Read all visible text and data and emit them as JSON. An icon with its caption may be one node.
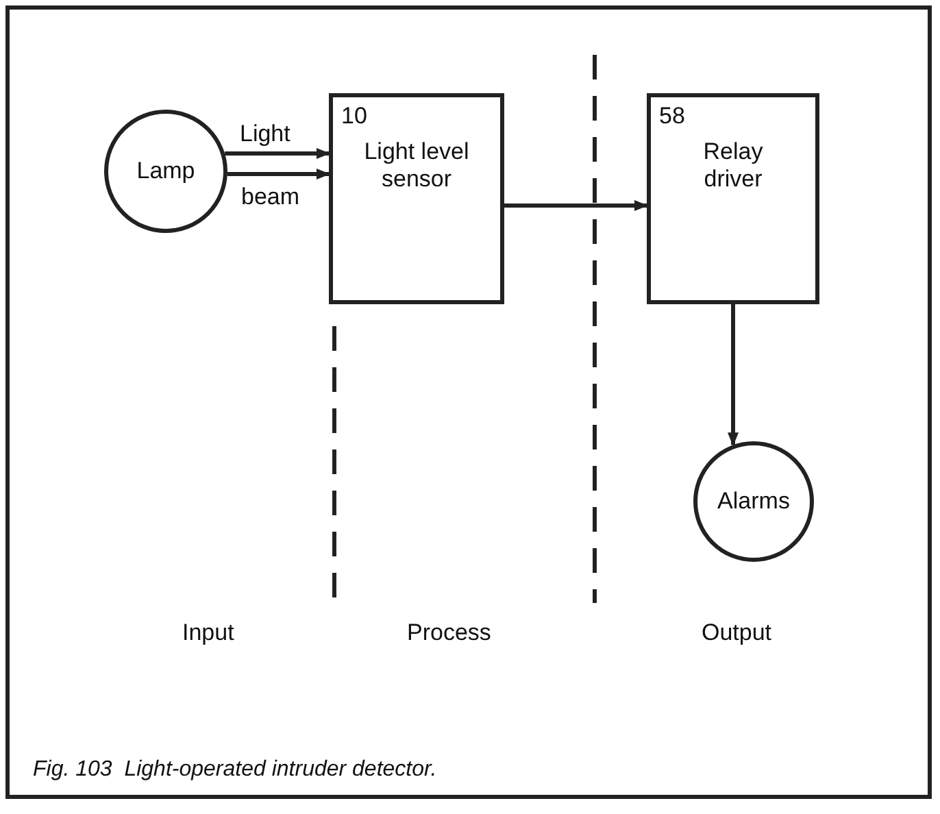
{
  "diagram": {
    "caption": "Fig. 103  Light-operated intruder detector.",
    "nodes": [
      {
        "text": [
          "Lamp"
        ]
      },
      {
        "text": [
          "10",
          "Light level sensor"
        ]
      },
      {
        "text": [
          "58",
          "Relay driver"
        ]
      },
      {
        "text": [
          "Alarms"
        ]
      }
    ],
    "edges": [
      {
        "from": 0,
        "to": 1,
        "arrow": "to",
        "label": "Light"
      },
      {
        "from": 0,
        "to": 1,
        "arrow": "to",
        "label": "beam"
      },
      {
        "from": 1,
        "to": 2,
        "arrow": "to"
      },
      {
        "from": 2,
        "to": 3,
        "arrow": "to"
      }
    ],
    "labels": [
      "Input",
      "Process",
      "Output"
    ]
  }
}
